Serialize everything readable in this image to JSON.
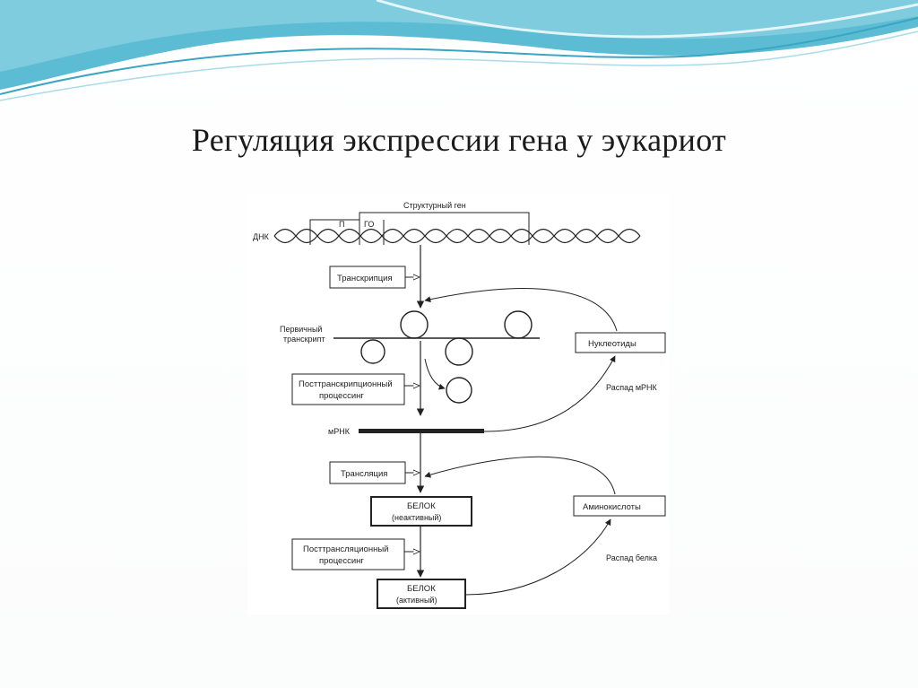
{
  "slide": {
    "title": "Регуляция экспрессии гена у эукариот",
    "accent_color": "#5bbcd3",
    "accent_light": "#a7dce8"
  },
  "diagram": {
    "labels": {
      "dna": "ДНК",
      "structural_gene": "Структурный ген",
      "promoter": "П",
      "operator": "ГО",
      "primary_transcript": "Первичный транскрипт",
      "primary_transcript_line1": "Первичный",
      "primary_transcript_line2": "транскрипт",
      "mrna": "мРНК",
      "mrna_decay": "Распад мРНК",
      "protein_decay": "Распад белка"
    },
    "boxes": {
      "transcription": "Транскрипция",
      "post_transcription_line1": "Посттранскрипционный",
      "post_transcription_line2": "процессинг",
      "nucleotides": "Нуклеотиды",
      "translation": "Трансляция",
      "protein_inactive_title": "БЕЛОК",
      "protein_inactive_sub": "(неактивный)",
      "amino_acids": "Аминокислоты",
      "post_translation_line1": "Посттрансляционный",
      "post_translation_line2": "процессинг",
      "protein_active_title": "БЕЛОК",
      "protein_active_sub": "(активный)"
    }
  }
}
